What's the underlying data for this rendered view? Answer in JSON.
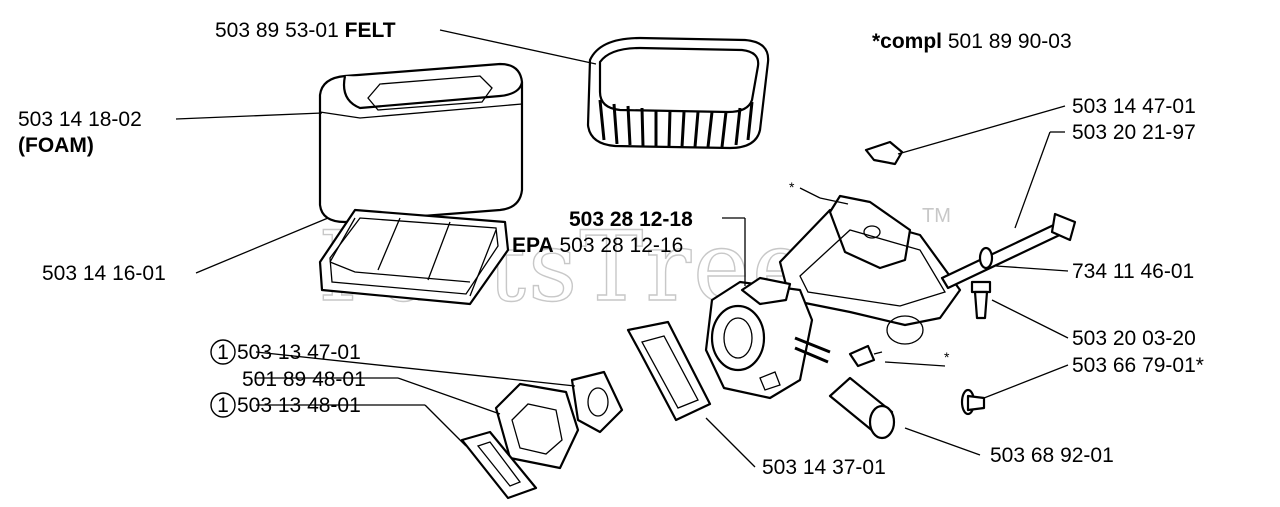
{
  "watermark": {
    "text": "PartsTree",
    "trademark": "TM"
  },
  "note": {
    "prefix": "*compl",
    "number": "501 89 90-03"
  },
  "callouts": {
    "felt": {
      "number": "503 89 53-01",
      "suffix": "FELT"
    },
    "foam": {
      "number": "503 14 18-02",
      "line2": "(FOAM)"
    },
    "frame": {
      "number": "503 14 16-01"
    },
    "carb": {
      "number": "503 28 12-18"
    },
    "carb_epa": {
      "prefix": "EPA",
      "number": "503 28 12-16"
    },
    "p50314701": {
      "number": "503 14 47-01"
    },
    "p50320219": {
      "number": "503 20 21-97"
    },
    "p73411461": {
      "number": "734 11 46-01"
    },
    "p50320032": {
      "number": "503 20 03-20"
    },
    "p50366791": {
      "number": "503 66 79-01*"
    },
    "p50368921": {
      "number": "503 68 92-01"
    },
    "p50314371": {
      "number": "503 14 37-01"
    },
    "g50313471": {
      "circle": "1",
      "number": "503 13 47-01"
    },
    "g50189481": {
      "number": "501 89 48-01"
    },
    "g50313481": {
      "circle": "1",
      "number": "503 13 48-01"
    }
  },
  "asterisks": {
    "a1": "*",
    "a2": "*"
  }
}
